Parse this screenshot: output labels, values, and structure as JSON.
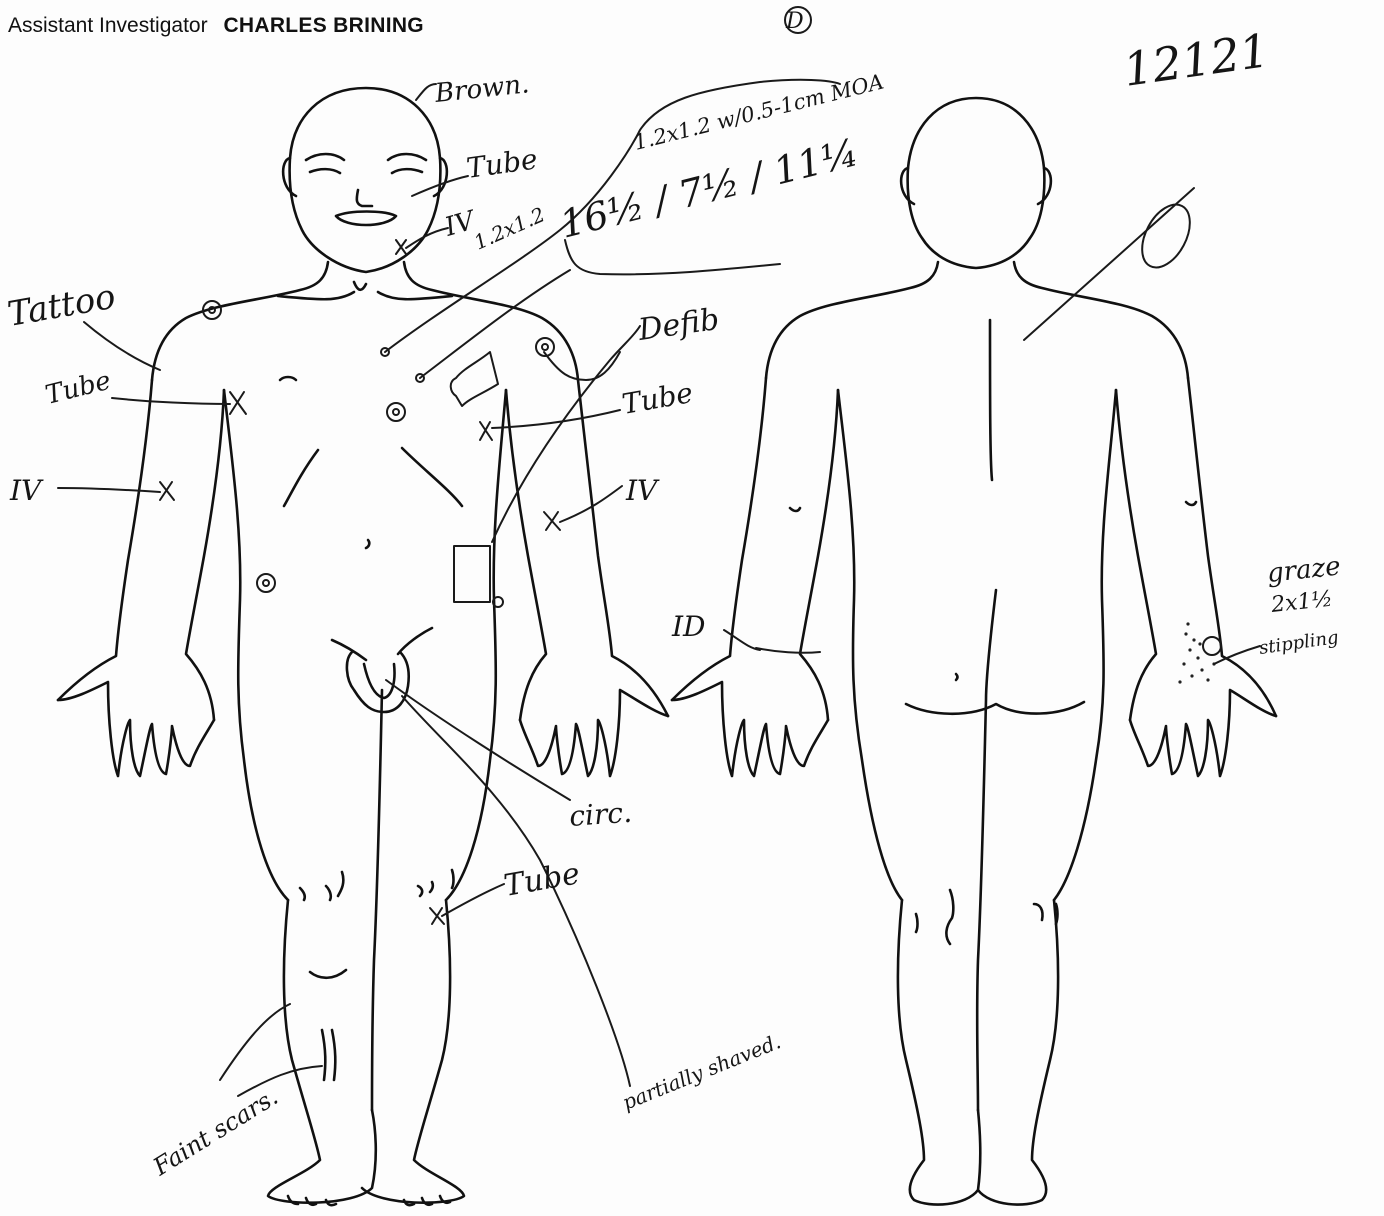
{
  "header": {
    "role_label": "Assistant Investigator",
    "investigator_name": "CHARLES BRINING"
  },
  "annotations": {
    "page_number": "12121",
    "circle_symbol": "D",
    "hair": "Brown.",
    "tube_mouth": "Tube",
    "iv_neck": "IV",
    "wound_measure_1": "1.2x1.2 w/0.5-1cm MOA",
    "wound_measure_2": "1.2x1.2",
    "wound_location": "16½ / 7½ / 11¼",
    "tattoo": "Tattoo",
    "defib": "Defib",
    "tube_chest_left": "Tube",
    "tube_chest_right": "Tube",
    "iv_left_arm": "IV",
    "iv_right_arm": "IV",
    "id_band": "ID",
    "graze": "graze",
    "graze_size": "2x1½",
    "stippling": "stippling",
    "circ": "circ.",
    "tube_thigh": "Tube",
    "partially_shaved": "partially shaved.",
    "faint_scars": "Faint scars."
  }
}
